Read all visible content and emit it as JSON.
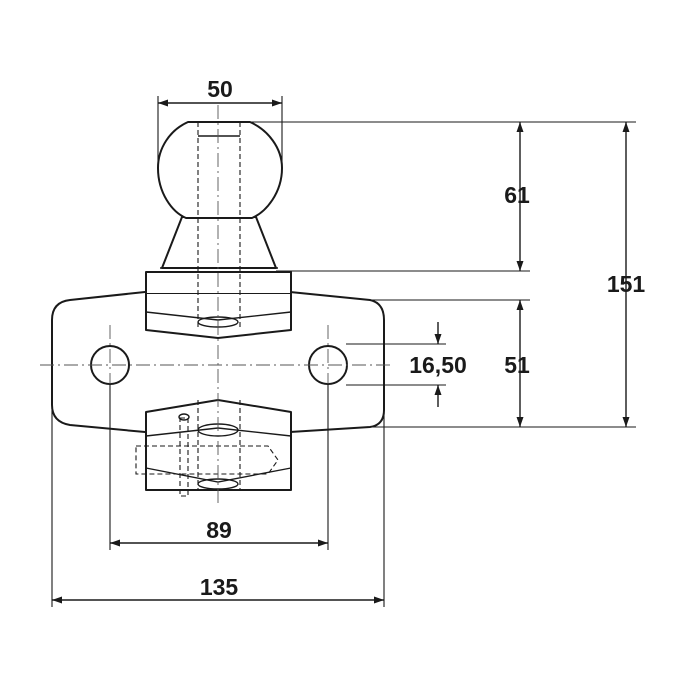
{
  "dimensions": {
    "ball_diameter": "50",
    "ball_height": "61",
    "total_height": "151",
    "plate_height": "51",
    "hole_offset": "16,50",
    "hole_spacing": "89",
    "plate_width": "135"
  },
  "colors": {
    "line": "#1a1a1a",
    "background": "#ffffff"
  }
}
